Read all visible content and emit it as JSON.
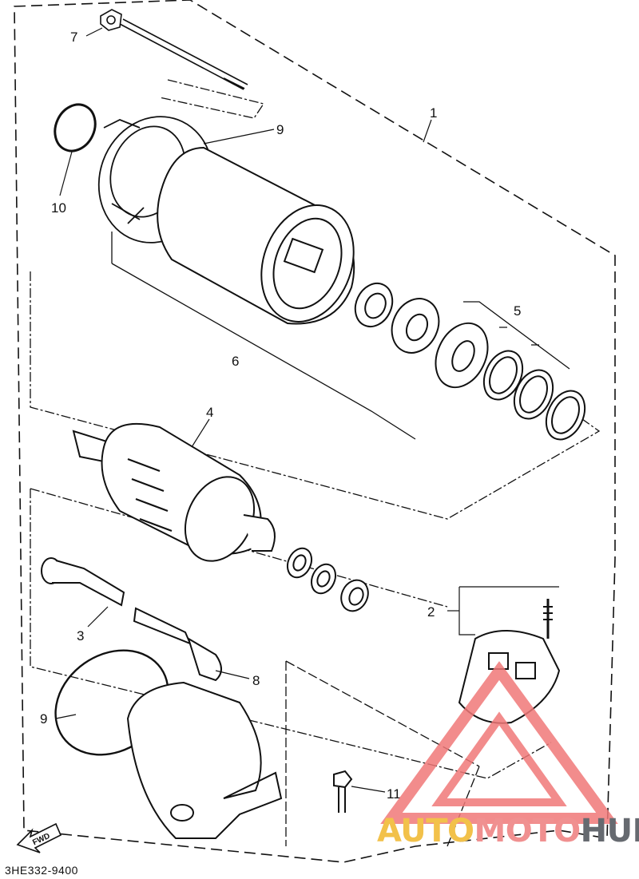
{
  "diagram": {
    "callouts": [
      {
        "id": "1",
        "label": "1"
      },
      {
        "id": "2",
        "label": "2"
      },
      {
        "id": "3",
        "label": "3"
      },
      {
        "id": "4",
        "label": "4"
      },
      {
        "id": "5",
        "label": "5"
      },
      {
        "id": "6",
        "label": "6"
      },
      {
        "id": "7",
        "label": "7"
      },
      {
        "id": "8",
        "label": "8"
      },
      {
        "id": "9a",
        "label": "9"
      },
      {
        "id": "9b",
        "label": "9"
      },
      {
        "id": "10",
        "label": "10"
      },
      {
        "id": "11",
        "label": "11"
      }
    ],
    "fwd_label": "FWD",
    "drawing_code": "3HE332-9400"
  },
  "watermark": {
    "part1": "AUTO",
    "part2": "MOTO",
    "part3": "HUB",
    "colors": {
      "part1": "#f2c14a",
      "part2": "#f09090",
      "part3": "#666a70",
      "triangle": "#f07878"
    }
  }
}
